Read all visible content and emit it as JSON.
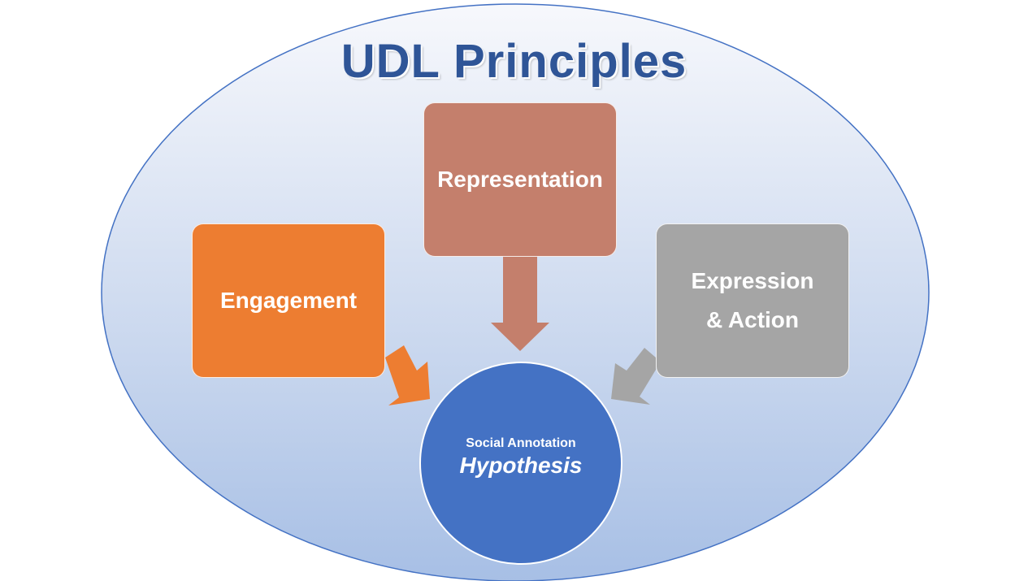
{
  "title": "UDL Principles",
  "boxes": {
    "representation": {
      "label": "Representation"
    },
    "engagement": {
      "label": "Engagement"
    },
    "expression": {
      "line1": "Expression",
      "line2": "& Action"
    }
  },
  "center": {
    "subtitle": "Social Annotation",
    "title": "Hypothesis"
  },
  "colors": {
    "title": "#2f5597",
    "representation": "#c47f6c",
    "engagement": "#ed7d31",
    "expression": "#a5a5a5",
    "center": "#4472c4",
    "ellipse_top": "#f4f6fb",
    "ellipse_bottom": "#a9c0e5"
  }
}
